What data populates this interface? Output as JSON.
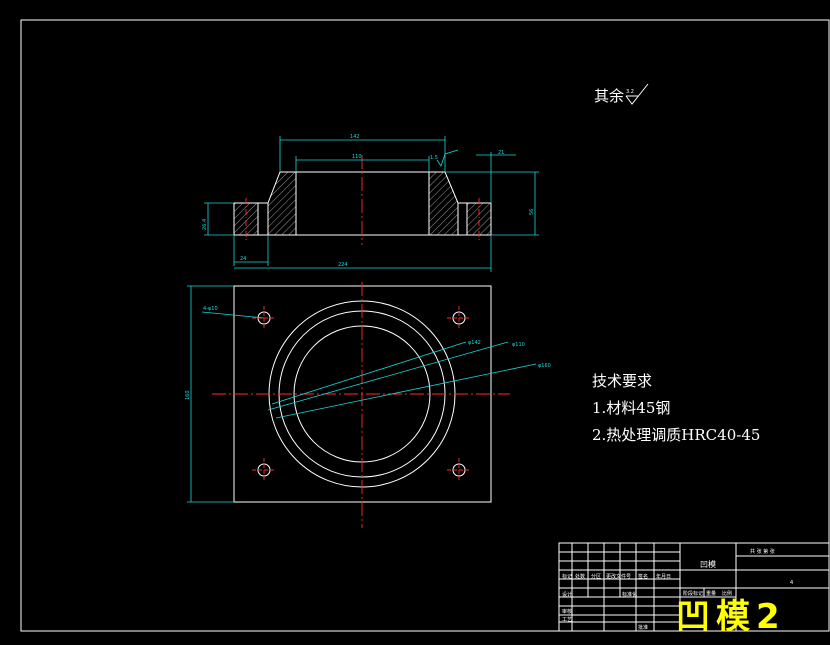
{
  "surface_note": {
    "label": "其余",
    "roughness": "3.2"
  },
  "tech_requirements": {
    "title": "技术要求",
    "item1": "1.材料45钢",
    "item2": "2.热处理调质HRC40-45"
  },
  "section_dims": {
    "top_width": "142",
    "inner_width": "110",
    "chamfer": "1.5",
    "flange_step": "21",
    "left_height": "26.4",
    "right_height": "56",
    "base_left": "24",
    "total_width": "224"
  },
  "plan_dims": {
    "holes": "4-φ10",
    "bore1": "φ110",
    "bore2": "φ142",
    "bore3": "φ160",
    "height": "160"
  },
  "title_block": {
    "part_name": "凹模",
    "row_labels": [
      "标记",
      "处数",
      "分区",
      "更改文件号",
      "签名",
      "年月日"
    ],
    "design": "设计",
    "check": "审核",
    "process": "工艺",
    "standard": "标准化",
    "approve": "批准",
    "scale_label": "重量",
    "ratio_label": "比例",
    "stage_label": "阶段标记",
    "sheet_info": "共 张 第 张",
    "sheet_no": "4"
  },
  "watermark": "凹模2",
  "colors": {
    "dimension": "#18d8d8",
    "centerline": "#ff2a2a",
    "outline": "#ffffff",
    "watermark": "#ffff00"
  }
}
